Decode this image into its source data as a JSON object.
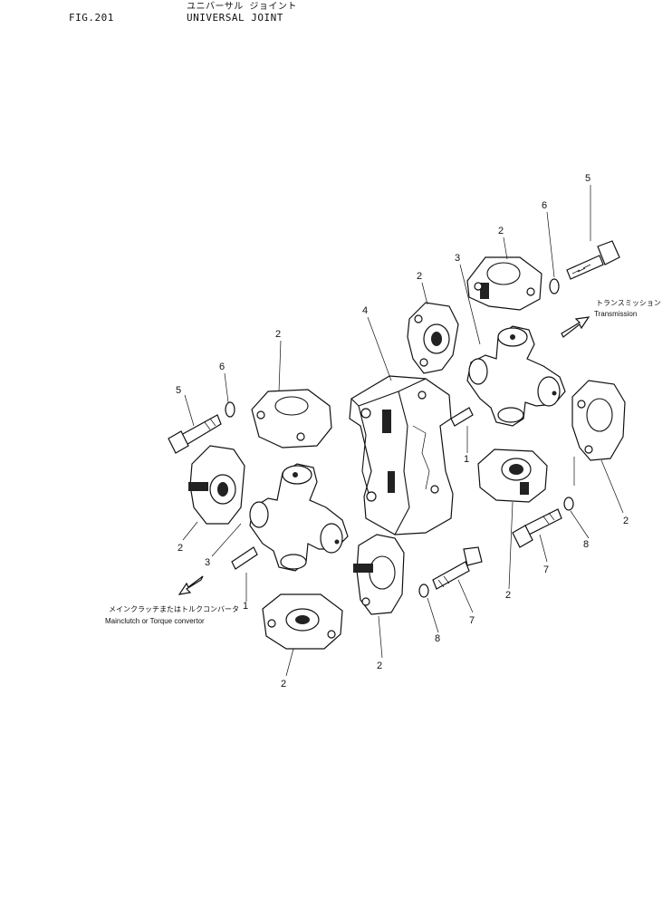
{
  "header": {
    "fig_no": "FIG.201",
    "title_jp": "ユニバーサル ジョイント",
    "title_en": "UNIVERSAL JOINT"
  },
  "callouts": {
    "c_1a": "1",
    "c_1b": "1",
    "c_2a": "2",
    "c_2b": "2",
    "c_2c": "2",
    "c_2d": "2",
    "c_2e": "2",
    "c_2f": "2",
    "c_2g": "2",
    "c_2h": "2",
    "c_3a": "3",
    "c_3b": "3",
    "c_4": "4",
    "c_5a": "5",
    "c_5b": "5",
    "c_6a": "6",
    "c_6b": "6",
    "c_7a": "7",
    "c_7b": "7",
    "c_8a": "8",
    "c_8b": "8"
  },
  "notes": {
    "transmission_jp": "トランスミッション",
    "transmission_en": "Transmission",
    "mainclutch_jp": "メインクラッチまたはトルクコンバータ",
    "mainclutch_en": "Mainclutch or Torque convertor"
  }
}
